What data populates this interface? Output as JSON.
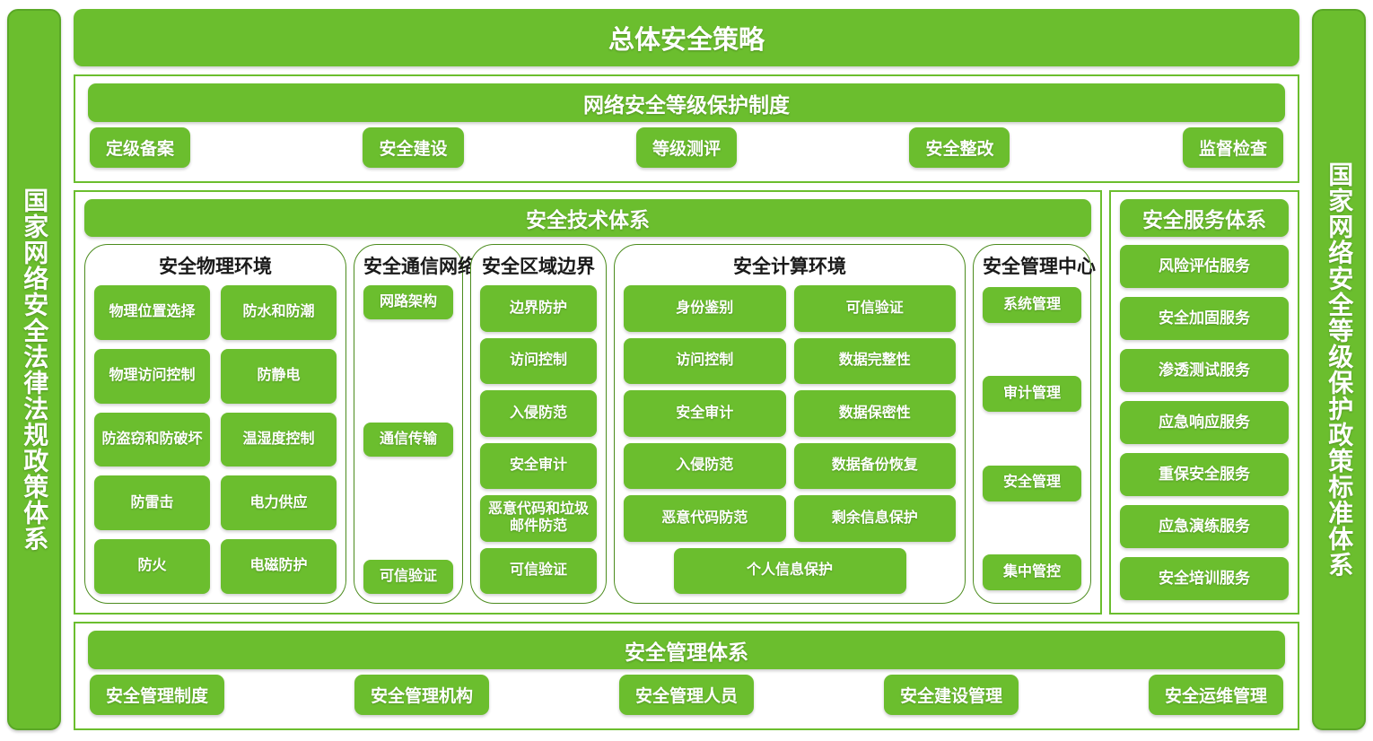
{
  "left_pillar": {
    "label": "国家网络安全法律法规政策体系"
  },
  "right_pillar": {
    "label": "国家网络安全等级保护政策标准体系"
  },
  "overall_strategy": {
    "title": "总体安全策略"
  },
  "grading_system": {
    "title": "网络安全等级保护制度",
    "steps": [
      {
        "label": "定级备案"
      },
      {
        "label": "安全建设"
      },
      {
        "label": "等级测评"
      },
      {
        "label": "安全整改"
      },
      {
        "label": "监督检查"
      }
    ]
  },
  "technical_system": {
    "title": "安全技术体系",
    "columns": [
      {
        "title": "安全物理环境",
        "items": [
          {
            "label": "物理位置选择"
          },
          {
            "label": "防水和防潮"
          },
          {
            "label": "物理访问控制"
          },
          {
            "label": "防静电"
          },
          {
            "label": "防盗窃和防破坏"
          },
          {
            "label": "温湿度控制"
          },
          {
            "label": "防雷击"
          },
          {
            "label": "电力供应"
          },
          {
            "label": "防火"
          },
          {
            "label": "电磁防护"
          }
        ]
      },
      {
        "title": "安全通信网络",
        "items": [
          {
            "label": "网路架构"
          },
          {
            "label": "通信传输"
          },
          {
            "label": "可信验证"
          }
        ]
      },
      {
        "title": "安全区域边界",
        "items": [
          {
            "label": "边界防护"
          },
          {
            "label": "访问控制"
          },
          {
            "label": "入侵防范"
          },
          {
            "label": "安全审计"
          },
          {
            "label": "恶意代码和垃圾邮件防范"
          },
          {
            "label": "可信验证"
          }
        ]
      },
      {
        "title": "安全计算环境",
        "items": [
          {
            "label": "身份鉴别"
          },
          {
            "label": "可信验证"
          },
          {
            "label": "访问控制"
          },
          {
            "label": "数据完整性"
          },
          {
            "label": "安全审计"
          },
          {
            "label": "数据保密性"
          },
          {
            "label": "入侵防范"
          },
          {
            "label": "数据备份恢复"
          },
          {
            "label": "恶意代码防范"
          },
          {
            "label": "剩余信息保护"
          },
          {
            "label": "个人信息保护"
          }
        ]
      },
      {
        "title": "安全管理中心",
        "items": [
          {
            "label": "系统管理"
          },
          {
            "label": "审计管理"
          },
          {
            "label": "安全管理"
          },
          {
            "label": "集中管控"
          }
        ]
      }
    ]
  },
  "service_system": {
    "title": "安全服务体系",
    "items": [
      {
        "label": "风险评估服务"
      },
      {
        "label": "安全加固服务"
      },
      {
        "label": "渗透测试服务"
      },
      {
        "label": "应急响应服务"
      },
      {
        "label": "重保安全服务"
      },
      {
        "label": "应急演练服务"
      },
      {
        "label": "安全培训服务"
      }
    ]
  },
  "management_system": {
    "title": "安全管理体系",
    "items": [
      {
        "label": "安全管理制度"
      },
      {
        "label": "安全管理机构"
      },
      {
        "label": "安全管理人员"
      },
      {
        "label": "安全建设管理"
      },
      {
        "label": "安全运维管理"
      }
    ]
  },
  "colors": {
    "green": "#6BBE2E",
    "green_border": "#4C8C1E",
    "text_on_green": "#FFFFFF",
    "heading_text": "#1A1A1A",
    "background": "#FFFFFF"
  }
}
